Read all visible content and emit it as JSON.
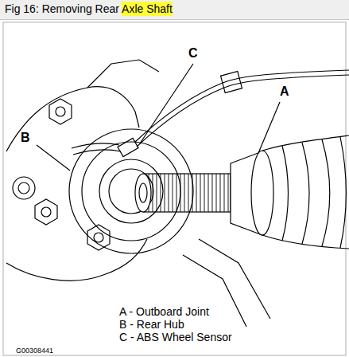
{
  "diagram": {
    "title": "Fig 16: Removing Rear Axle Shaft",
    "labels": [
      "A",
      "B",
      "C",
      "A - Outboard Joint",
      "B - Rear Hub",
      "C - ABS Wheel Sensor",
      "G00308441"
    ]
  }
}
